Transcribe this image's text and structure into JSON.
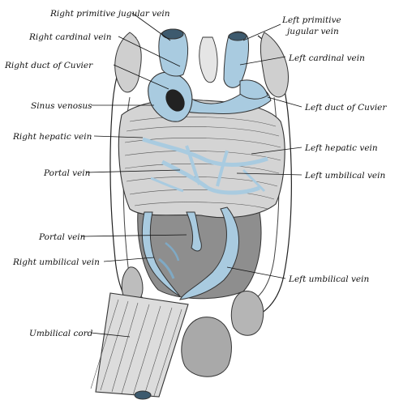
{
  "colors": {
    "vein": "#a9cbe0",
    "vein_dark": "#7fa9c4",
    "tissue": "#d9d9d9",
    "tissue_dark": "#9a9a9a",
    "ink": "#222222"
  },
  "labels": {
    "right_primitive_jugular_vein": "Right primitive jugular vein",
    "right_cardinal_vein": "Right cardinal vein",
    "right_duct_of_cuvier": "Right duct of Cuvier",
    "sinus_venosus": "Sinus venosus",
    "right_hepatic_vein": "Right hepatic vein",
    "portal_vein_upper": "Portal vein",
    "portal_vein_lower": "Portal vein",
    "right_umbilical_vein": "Right umbilical vein",
    "umbilical_cord": "Umbilical cord",
    "left_primitive_jugular_vein_1": "Left primitive",
    "left_primitive_jugular_vein_2": "jugular vein",
    "left_cardinal_vein": "Left cardinal vein",
    "left_duct_of_cuvier": "Left duct of Cuvier",
    "left_hepatic_vein": "Left hepatic vein",
    "left_umbilical_vein_upper": "Left umbilical vein",
    "left_umbilical_vein_lower": "Left umbilical vein"
  }
}
